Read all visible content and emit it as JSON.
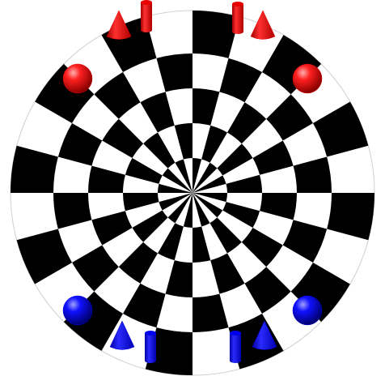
{
  "board": {
    "type": "circular-checkerboard",
    "rings": 5,
    "sectors": 24,
    "colors": {
      "dark": "#000000",
      "light": "#ffffff",
      "outline": "#cfcfcf"
    }
  },
  "players": [
    {
      "side": "top",
      "color": "#e80000",
      "pieces": [
        {
          "type": "cone",
          "slot": "left-cone"
        },
        {
          "type": "cylinder",
          "slot": "left-cylinder"
        },
        {
          "type": "cylinder",
          "slot": "right-cylinder"
        },
        {
          "type": "cone",
          "slot": "right-cone"
        },
        {
          "type": "sphere",
          "slot": "left-sphere"
        },
        {
          "type": "sphere",
          "slot": "right-sphere"
        }
      ]
    },
    {
      "side": "bottom",
      "color": "#0000ee",
      "pieces": [
        {
          "type": "sphere",
          "slot": "left-sphere"
        },
        {
          "type": "sphere",
          "slot": "right-sphere"
        },
        {
          "type": "cone",
          "slot": "left-cone"
        },
        {
          "type": "cylinder",
          "slot": "left-cylinder"
        },
        {
          "type": "cylinder",
          "slot": "right-cylinder"
        },
        {
          "type": "cone",
          "slot": "right-cone"
        }
      ]
    }
  ]
}
